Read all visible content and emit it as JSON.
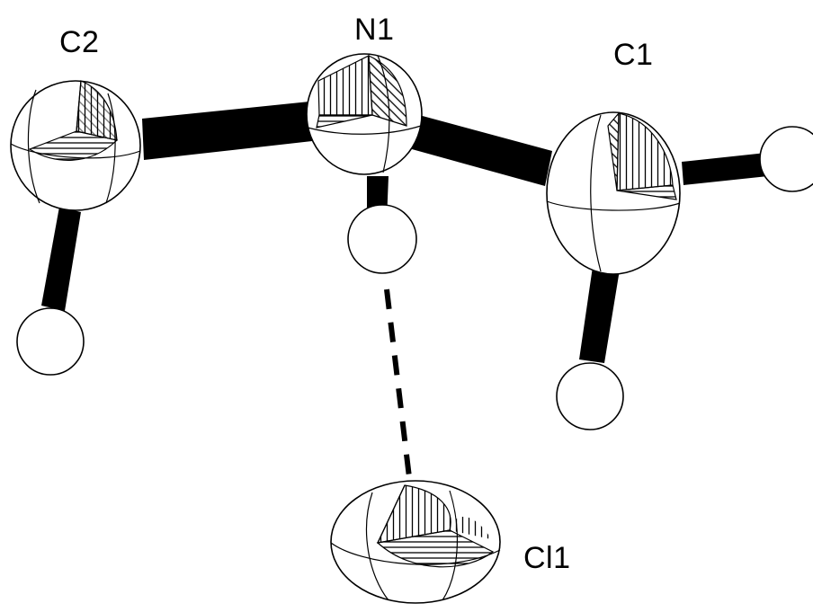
{
  "labels": {
    "c2": "C2",
    "n1": "N1",
    "c1": "C1",
    "cl1": "Cl1"
  },
  "colors": {
    "ink": "#000000",
    "fill": "#ffffff"
  }
}
